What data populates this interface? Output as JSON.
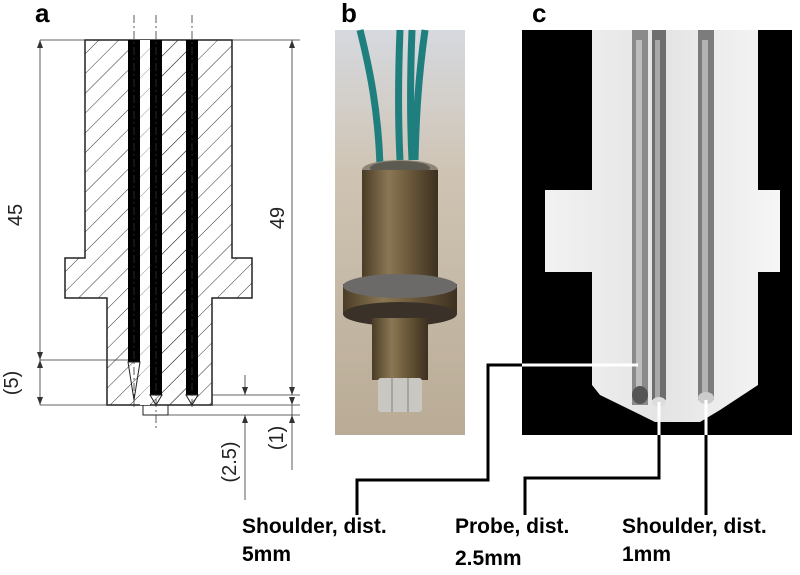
{
  "panels": {
    "a": "a",
    "b": "b",
    "c": "c"
  },
  "dimensions": {
    "d45": "45",
    "d49": "49",
    "d5": "(5)",
    "d25": "(2.5)",
    "d1": "(1)"
  },
  "callouts": {
    "shoulder5_line1": "Shoulder, dist.",
    "shoulder5_line2": "5mm",
    "probe_line1": "Probe, dist.",
    "probe_line2": "2.5mm",
    "shoulder1_line1": "Shoulder, dist.",
    "shoulder1_line2": "1mm"
  },
  "colors": {
    "wire": "#1f7f7f",
    "bronze": "#6b5a3a",
    "xray_bg": "#000000"
  }
}
